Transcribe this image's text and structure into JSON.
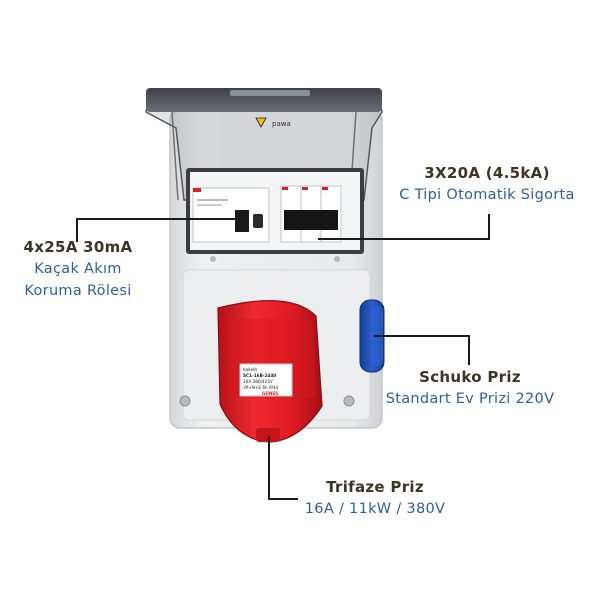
{
  "product": {
    "brand_mark": "pawa",
    "socket_label_lines": [
      "bakelit",
      "SC1-16B-2440",
      "16A 380/415V",
      "3P+N+E 6h IP44"
    ],
    "socket_brand": "GÜNEŞ"
  },
  "callouts": {
    "mcb": {
      "title": "3X20A (4.5kA)",
      "subtitle": "C Tipi Otomatik Sigorta"
    },
    "rcd": {
      "title": "4x25A 30mA",
      "subtitle_line1": "Kaçak Akım",
      "subtitle_line2": "Koruma Rölesi"
    },
    "schuko": {
      "title": "Schuko Priz",
      "subtitle": "Standart Ev Prizi 220V"
    },
    "trifaze": {
      "title": "Trifaze Priz",
      "subtitle": "16A / 11kW / 380V"
    }
  },
  "colors": {
    "enclosure": "#e6e7e9",
    "lid": "#4a4d52",
    "red_socket": "#e01b22",
    "blue_socket": "#1f4fb8",
    "label_title": "#3c3526",
    "label_subtitle": "#2f5f99"
  }
}
